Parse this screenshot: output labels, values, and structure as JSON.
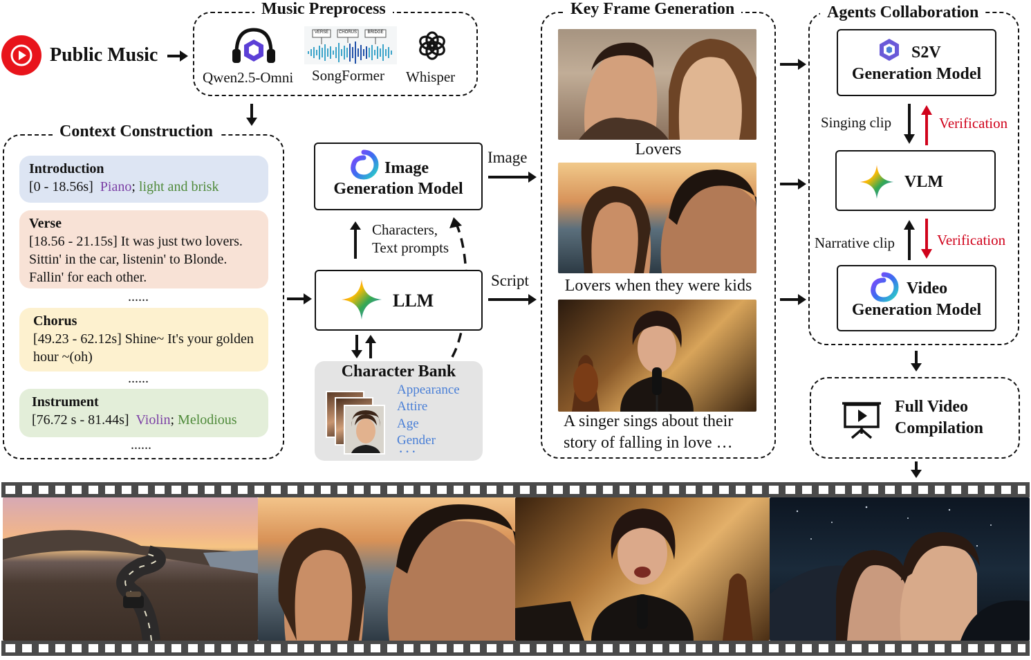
{
  "public_music": {
    "label": "Public Music"
  },
  "music_preprocess": {
    "title": "Music Preprocess",
    "tools": [
      "Qwen2.5-Omni",
      "SongFormer",
      "Whisper"
    ],
    "song_tags": [
      "VERSE",
      "CHORUS",
      "BRIDGE"
    ]
  },
  "context": {
    "title": "Context Construction",
    "sections": [
      {
        "name": "Introduction",
        "time": "[0 - 18.56s]",
        "tag1": "Piano",
        "sep": ";",
        "tag2": "light and brisk",
        "color": "#dde5f3"
      },
      {
        "name": "Verse",
        "text": "[18.56 - 21.15s] It was just two lovers. Sittin' in the car, listenin' to Blonde. Fallin' for each other.",
        "color": "#f8e2d6"
      },
      {
        "name": "Chorus",
        "text": "[49.23 - 62.12s] Shine~ It's your golden hour ~(oh)",
        "color": "#fdf1cf"
      },
      {
        "name": "Instrument",
        "time": "[76.72 s - 81.44s]",
        "tag1": "Violin",
        "sep": ";",
        "tag2": "Melodious",
        "color": "#e3eed9"
      }
    ],
    "ellipsis": "......"
  },
  "image_model": {
    "line1": "Image",
    "line2": "Generation Model"
  },
  "llm": {
    "label": "LLM"
  },
  "char_prompts": {
    "line1": "Characters,",
    "line2": "Text prompts"
  },
  "arrows": {
    "image": "Image",
    "script": "Script"
  },
  "character_bank": {
    "title": "Character Bank",
    "attributes": [
      "Appearance",
      "Attire",
      "Age",
      "Gender"
    ],
    "more": "· · ·"
  },
  "key_frame": {
    "title": "Key Frame Generation",
    "captions": [
      "Lovers",
      "Lovers when they were kids",
      "A singer sings about their",
      "story of falling in love …"
    ]
  },
  "agents": {
    "title": "Agents Collaboration",
    "s2v": {
      "line1": "S2V",
      "line2": "Generation Model"
    },
    "vlm": "VLM",
    "video": {
      "line1": "Video",
      "line2": "Generation Model"
    },
    "singing_clip": "Singing clip",
    "narrative_clip": "Narrative clip",
    "verification": "Verification"
  },
  "full_video": {
    "line1": "Full Video",
    "line2": "Compilation"
  },
  "colors": {
    "accent_red": "#d0021b",
    "attr_blue": "#4a7fd6",
    "tag_purple": "#7b3fa5",
    "tag_green": "#4f8a3a"
  }
}
